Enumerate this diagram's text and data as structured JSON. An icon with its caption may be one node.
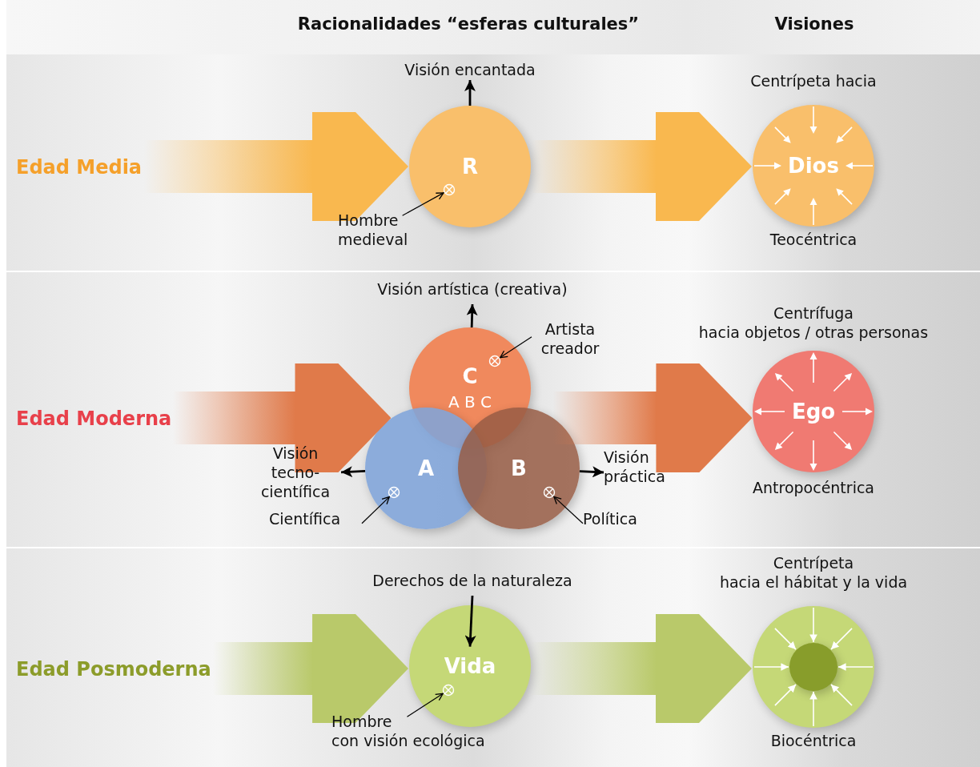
{
  "diagram": {
    "nodes": [
      {
        "text": [
          "Edad Media"
        ]
      },
      {
        "text": [
          "R"
        ]
      },
      {
        "text": [],
        "shape": "circle",
        "in": 1
      },
      {
        "text": [
          "Visión encantada"
        ]
      },
      {
        "text": [
          "Hombre medieval"
        ]
      },
      {
        "text": [
          "Dios"
        ],
        "beside": [
          "Centrípeta hacia",
          "Teocéntrica"
        ]
      },
      {
        "text": [
          "Edad Moderna"
        ]
      },
      {
        "text": [
          "C",
          "A B C"
        ]
      },
      {
        "text": [],
        "shape": "circle",
        "in": 7
      },
      {
        "text": [
          "A"
        ]
      },
      {
        "text": [],
        "shape": "circle",
        "in": 9
      },
      {
        "text": [
          "B"
        ]
      },
      {
        "text": [],
        "shape": "circle",
        "in": 11
      },
      {
        "text": [
          "Visión artística (creativa)"
        ]
      },
      {
        "text": [
          "Artista creador"
        ]
      },
      {
        "text": [
          "Visión tecno-científica"
        ]
      },
      {
        "text": [
          "Científica"
        ]
      },
      {
        "text": [
          "Visión práctica"
        ]
      },
      {
        "text": [
          "Política"
        ]
      },
      {
        "text": [
          "Ego"
        ],
        "beside": [
          "Centrífuga",
          "hacia objetos / otras personas",
          "Antropocéntrica"
        ]
      },
      {
        "text": [
          "Edad Posmoderna"
        ]
      },
      {
        "text": [
          "Vida"
        ]
      },
      {
        "text": [],
        "shape": "circle",
        "in": 21
      },
      {
        "text": [
          "Derechos de la naturaleza"
        ]
      },
      {
        "text": [
          "Hombre",
          "con visión ecológica"
        ]
      },
      {
        "text": [],
        "shape": "circle",
        "beside": [
          "Centrípeta",
          "hacia el hábitat y la vida",
          "Biocéntrica"
        ]
      },
      {
        "text": [],
        "shape": "circle",
        "in": 25
      }
    ],
    "edges": [
      {
        "from": 0,
        "to": 1,
        "arrow": "to",
        "style": "thick",
        "color": "#f9b84f"
      },
      {
        "from": 1,
        "to": 5,
        "arrow": "to",
        "style": "thick",
        "color": "#f9b84f"
      },
      {
        "from": 1,
        "to": 3,
        "arrow": "to"
      },
      {
        "from": 4,
        "to": 2,
        "arrow": "to"
      },
      {
        "from": 6,
        "to": 9,
        "arrow": "to",
        "style": "thick",
        "color": "#e07a4a"
      },
      {
        "from": 11,
        "to": 19,
        "arrow": "to",
        "style": "thick",
        "color": "#e07a4a"
      },
      {
        "from": 7,
        "to": 13,
        "arrow": "to"
      },
      {
        "from": 9,
        "to": 15,
        "arrow": "to"
      },
      {
        "from": 11,
        "to": 17,
        "arrow": "to"
      },
      {
        "from": 14,
        "to": 8,
        "arrow": "to"
      },
      {
        "from": 16,
        "to": 10,
        "arrow": "to"
      },
      {
        "from": 18,
        "to": 12,
        "arrow": "to"
      },
      {
        "from": 20,
        "to": 21,
        "arrow": "to",
        "style": "thick",
        "color": "#b9c96a"
      },
      {
        "from": 21,
        "to": 25,
        "arrow": "to",
        "style": "thick",
        "color": "#b9c96a"
      },
      {
        "from": 23,
        "to": 21,
        "arrow": "to"
      },
      {
        "from": 24,
        "to": 22,
        "arrow": "to"
      },
      {
        "from": null,
        "to": 26,
        "arrow": "to",
        "color": "#ffffff"
      },
      {
        "from": null,
        "to": 26,
        "arrow": "to",
        "color": "#ffffff"
      },
      {
        "from": null,
        "to": 26,
        "arrow": "to",
        "color": "#ffffff"
      },
      {
        "from": null,
        "to": 26,
        "arrow": "to",
        "color": "#ffffff"
      },
      {
        "from": null,
        "to": 26,
        "arrow": "to",
        "color": "#ffffff"
      },
      {
        "from": null,
        "to": 26,
        "arrow": "to",
        "color": "#ffffff"
      },
      {
        "from": null,
        "to": 26,
        "arrow": "to",
        "color": "#ffffff"
      },
      {
        "from": null,
        "to": 26,
        "arrow": "to",
        "color": "#ffffff"
      }
    ],
    "labels": [
      "Racionalidades “esferas culturales”",
      "Visiones"
    ]
  }
}
